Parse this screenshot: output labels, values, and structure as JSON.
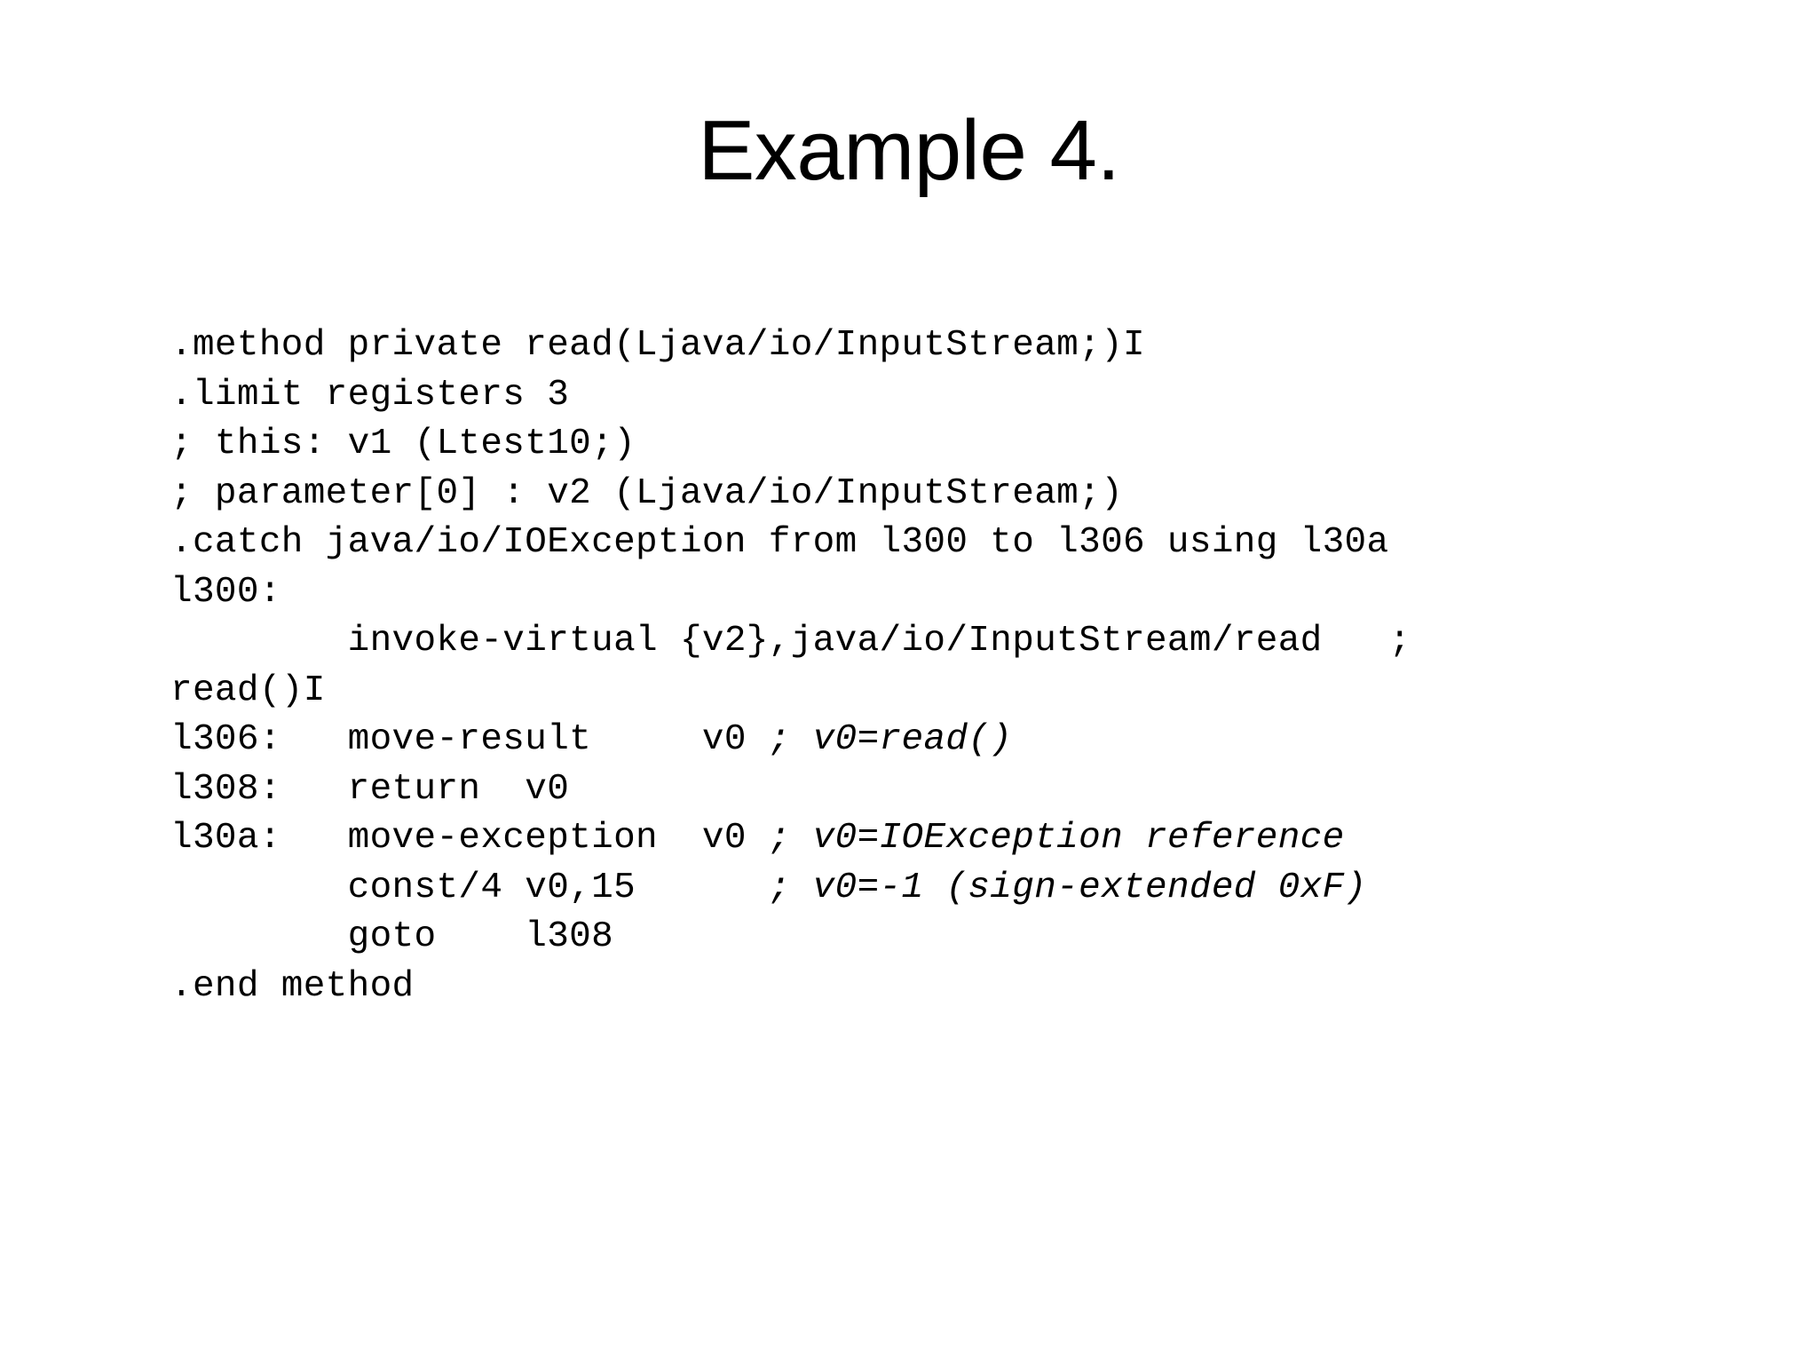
{
  "slide": {
    "title": "Example 4.",
    "background_color": "#ffffff",
    "text_color": "#000000"
  },
  "code": {
    "language": "smali",
    "lines": [
      {
        "text": ".method private read(Ljava/io/InputStream;)I",
        "italic_tail": ""
      },
      {
        "text": ".limit registers 3",
        "italic_tail": ""
      },
      {
        "text": "; this: v1 (Ltest10;)",
        "italic_tail": ""
      },
      {
        "text": "; parameter[0] : v2 (Ljava/io/InputStream;)",
        "italic_tail": ""
      },
      {
        "text": ".catch java/io/IOException from l300 to l306 using l30a",
        "italic_tail": ""
      },
      {
        "text": "l300:",
        "italic_tail": ""
      },
      {
        "text": "        invoke-virtual {v2},java/io/InputStream/read   ;",
        "italic_tail": ""
      },
      {
        "text": "read()I",
        "italic_tail": ""
      },
      {
        "text": "l306:   move-result     v0 ",
        "italic_tail": "; v0=read()"
      },
      {
        "text": "l308:   return  v0",
        "italic_tail": ""
      },
      {
        "text": "l30a:   move-exception  v0 ",
        "italic_tail": "; v0=IOException reference"
      },
      {
        "text": "        const/4 v0,15      ",
        "italic_tail": "; v0=-1 (sign-extended 0xF)"
      },
      {
        "text": "        goto    l308",
        "italic_tail": ""
      },
      {
        "text": ".end method",
        "italic_tail": ""
      }
    ]
  }
}
